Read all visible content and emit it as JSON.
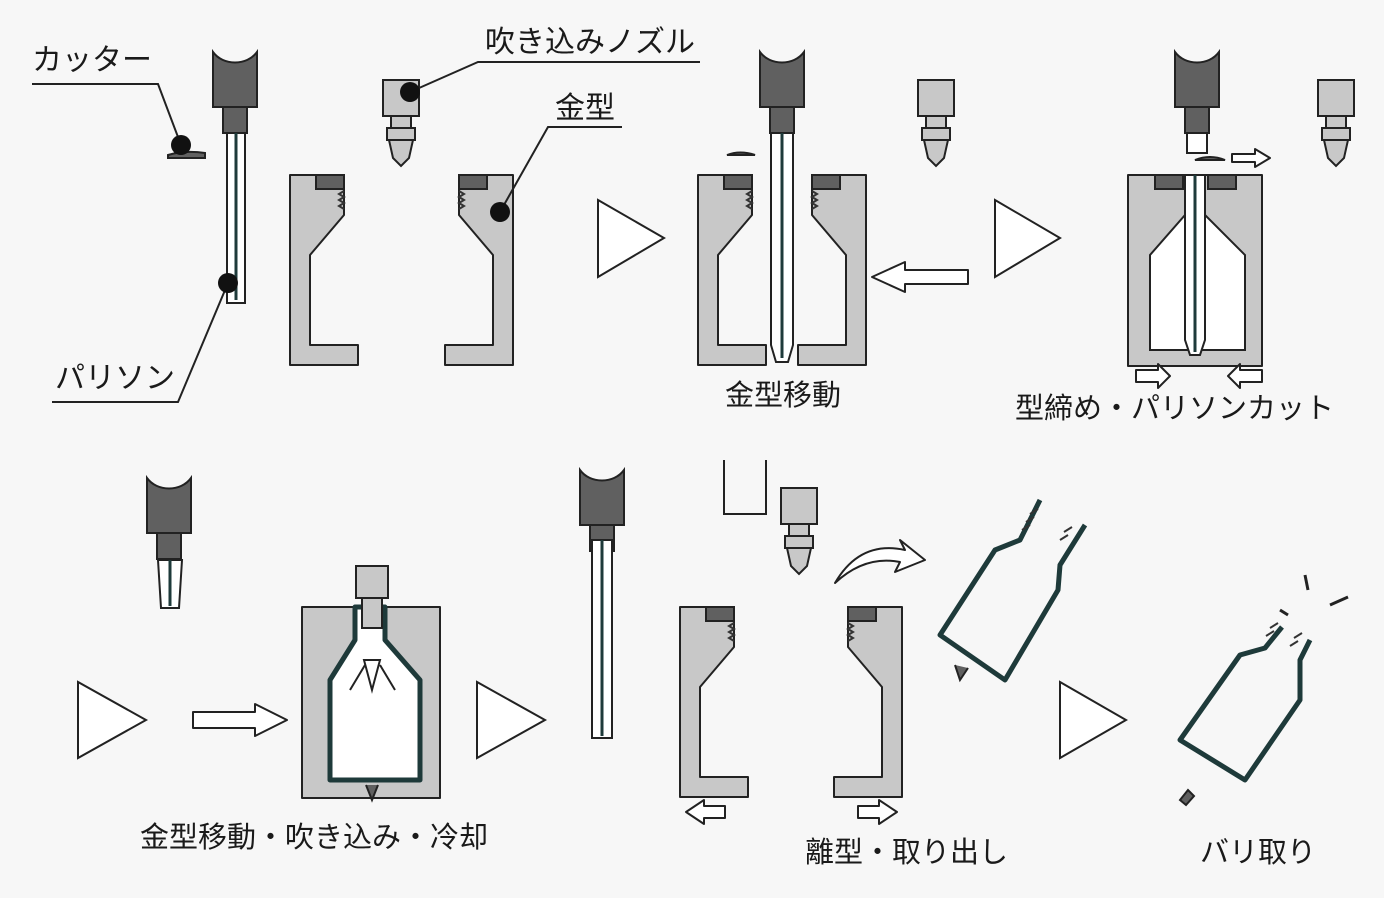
{
  "labels": {
    "cutter": "カッター",
    "blow_nozzle": "吹き込みノズル",
    "mold": "金型",
    "parison": "パリソン"
  },
  "steps": [
    {
      "id": "mold-move",
      "caption": "金型移動"
    },
    {
      "id": "clamp-cut",
      "caption": "型締め・パリソンカット"
    },
    {
      "id": "blow-cool",
      "caption": "金型移動・吹き込み・冷却"
    },
    {
      "id": "release",
      "caption": "離型・取り出し"
    },
    {
      "id": "deflash",
      "caption": "バリ取り"
    }
  ],
  "colors": {
    "mold_fill": "#c8c8c8",
    "head_dark": "#606060",
    "parison_stroke": "#1e3a3a",
    "background": "#f7f7f7"
  }
}
